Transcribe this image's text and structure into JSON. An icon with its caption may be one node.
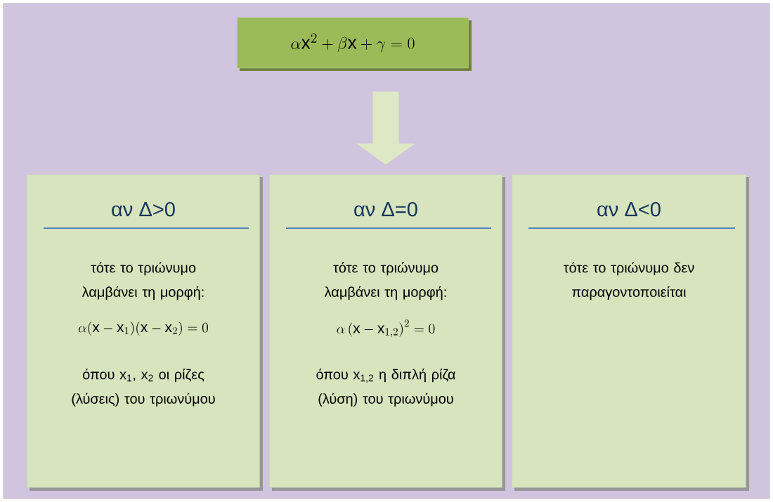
{
  "diagram": {
    "nodes": [
      {
        "text": [
          "\\alpha \\mathrm{x}^{2} + \\beta \\mathrm{x} + \\gamma = 0"
        ]
      },
      {
        "text": [
          "αν Δ>0",
          "τότε το τριώνυμο λαμβάνει τη μορφή:",
          "\\alpha(\\mathrm{x} - \\mathrm{x}_{1})(\\mathrm{x} - \\mathrm{x}_{2}) = 0",
          "όπου x$_{1}$, x$_{2}$ οι ρίζες (λύσεις) του τριωνύμου"
        ]
      },
      {
        "text": [
          "αν Δ=0",
          "τότε το τριώνυμο λαμβάνει τη μορφή:",
          "\\alpha\\left(\\mathrm{x} - \\mathrm{x}_{1,2}\\right)^{2} = 0",
          "όπου x$_{1,2}$ η διπλή ρίζα (λύση) του τριωνύμου"
        ]
      },
      {
        "text": [
          "αν Δ<0",
          "τότε το τριώνυμο δεν παραγοντοποιείται"
        ]
      }
    ],
    "edges": [
      {
        "from": 0,
        "to": 2,
        "arrow": "to"
      }
    ]
  }
}
